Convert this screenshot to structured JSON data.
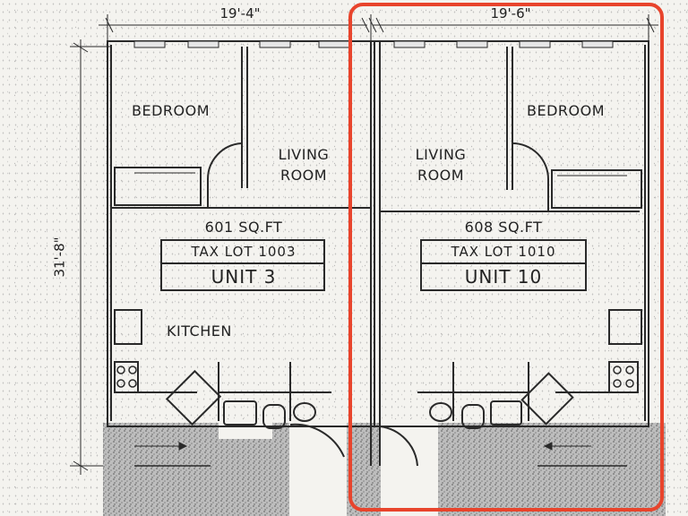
{
  "dimensions": {
    "left_width": "19'-4\"",
    "right_width": "19'-6\"",
    "depth": "31'-8\""
  },
  "unit_left": {
    "bedroom": "BEDROOM",
    "living_line1": "LIVING",
    "living_line2": "ROOM",
    "area": "601 SQ.FT",
    "tax_lot": "TAX LOT  1003",
    "unit": "UNIT 3",
    "kitchen": "KITCHEN"
  },
  "unit_right": {
    "bedroom": "BEDROOM",
    "living_line1": "LIVING",
    "living_line2": "ROOM",
    "area": "608 SQ.FT",
    "tax_lot": "TAX LOT  1010",
    "unit": "UNIT 10"
  },
  "colors": {
    "highlight": "#e8442c",
    "line": "#2a2a2a",
    "paper": "#f4f3ef"
  }
}
